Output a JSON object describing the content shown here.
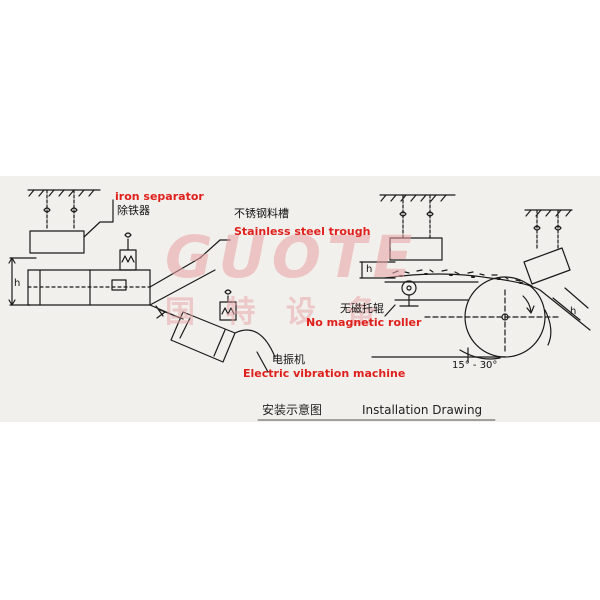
{
  "labels": {
    "iron_separator_en": "iron separator",
    "iron_separator_cn": "除铁器",
    "trough_cn": "不锈钢料槽",
    "trough_en": "Stainless steel trough",
    "motor_cn": "电振机",
    "motor_en": "Electric vibration machine",
    "roller_cn": "无磁托辊",
    "roller_en": "No magnetic roller",
    "height_left": "h",
    "height_mid": "h",
    "height_right": "h",
    "angle": "15° - 30°"
  },
  "caption": {
    "chinese": "安装示意图",
    "english": "Installation Drawing"
  },
  "watermark": {
    "logo": "GUOTE",
    "chinese": "国 特 设 备",
    "color": "#e8a1a5"
  },
  "colors": {
    "paper": "#f2f0ec",
    "ink": "#1a1a1a",
    "label_red": "#e0201c"
  }
}
